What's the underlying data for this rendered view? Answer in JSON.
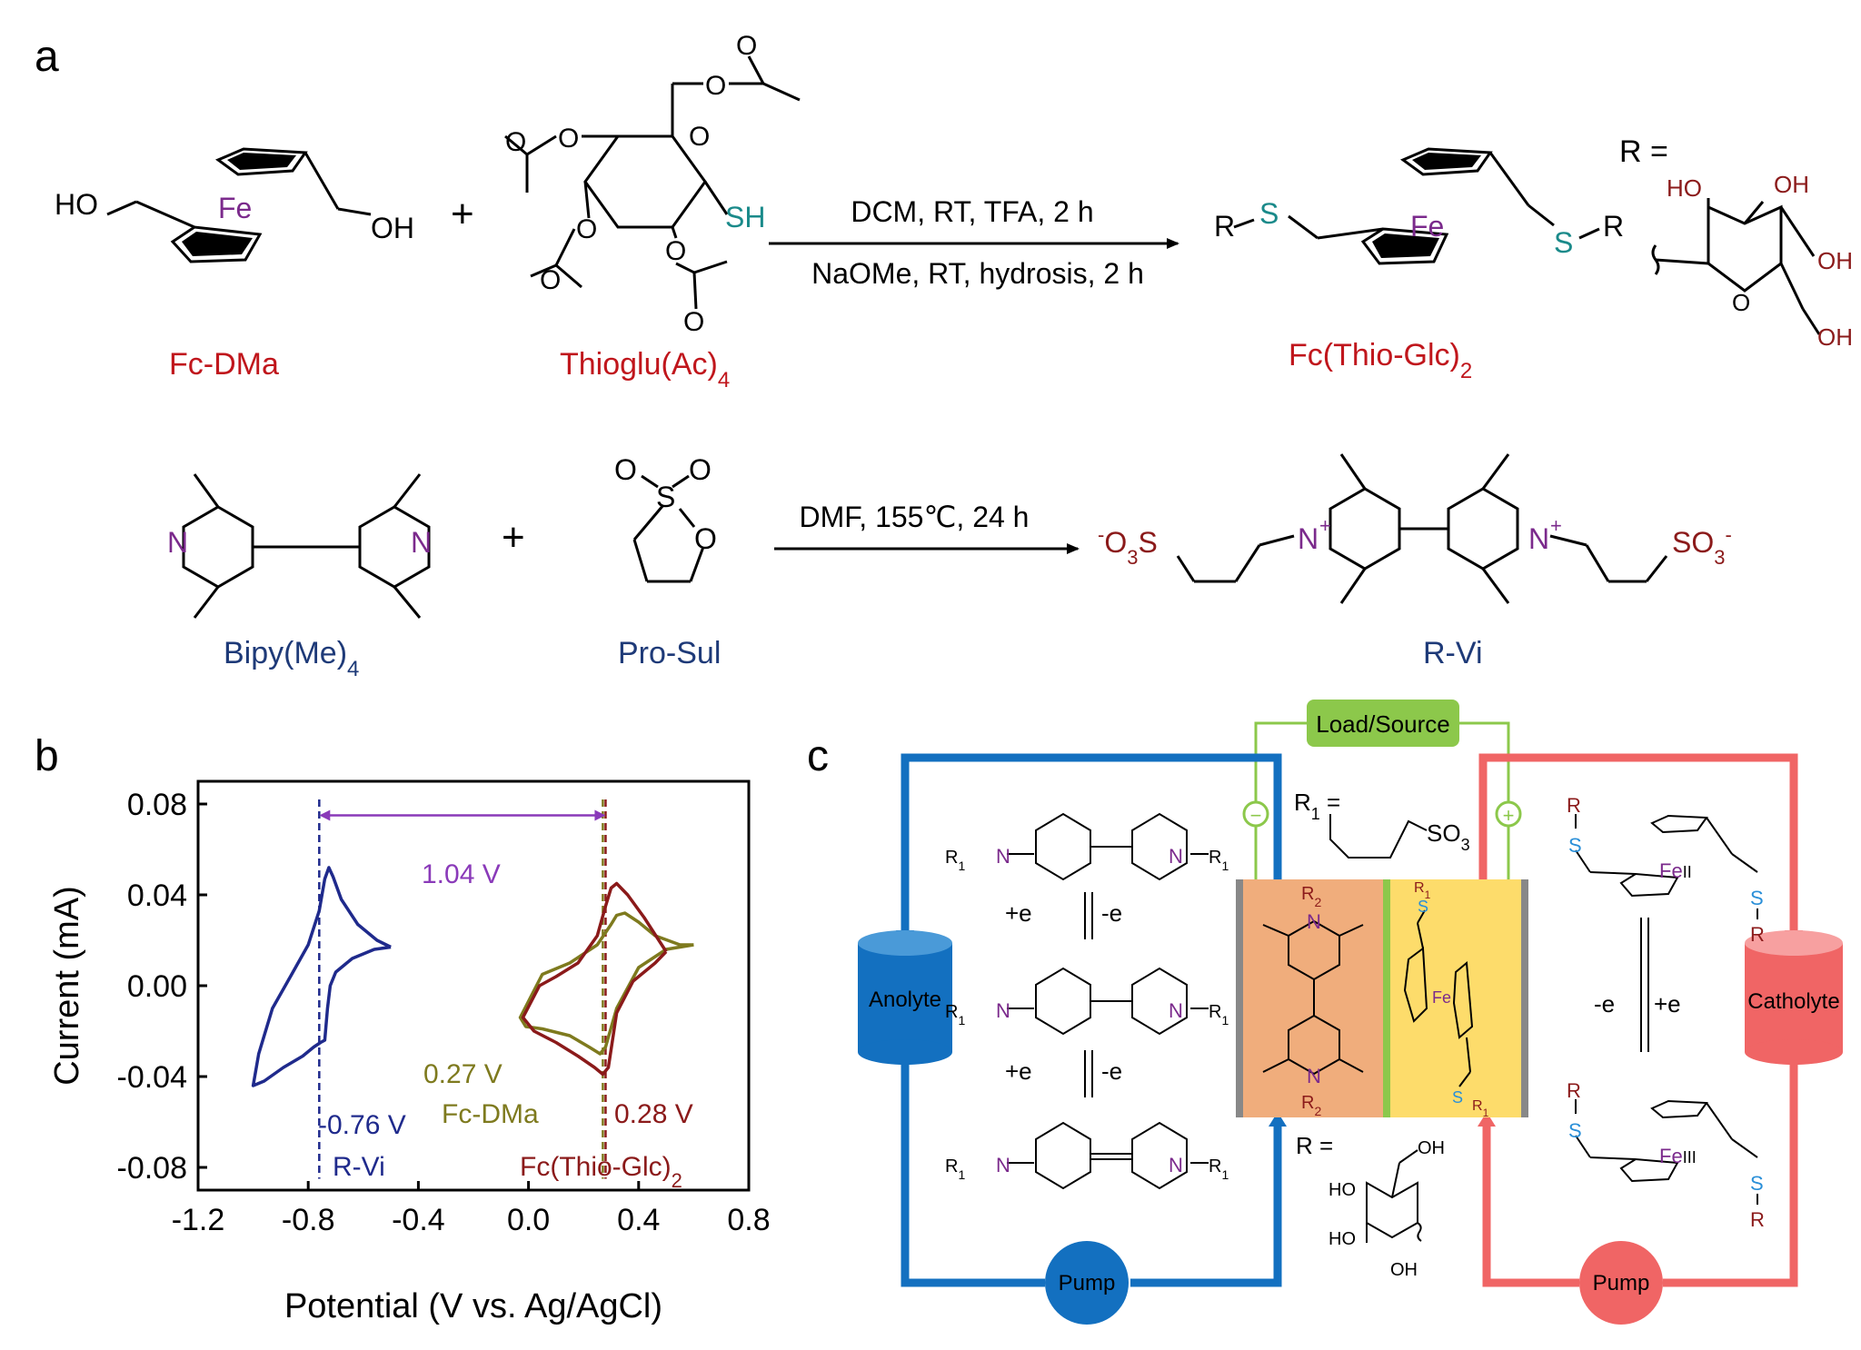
{
  "panels": {
    "a": {
      "label": "a",
      "reaction1": {
        "reactant1": {
          "name": "Fc-DMa",
          "ho": "HO",
          "oh": "OH",
          "fe": "Fe"
        },
        "plus": "+",
        "reactant2": {
          "name": "Thioglu(Ac)",
          "name_sub": "4",
          "sh": "SH",
          "o": "O"
        },
        "condition1": "DCM, RT, TFA, 2 h",
        "condition2": "NaOMe, RT, hydrosis, 2 h",
        "product": {
          "name": "Fc(Thio-Glc)",
          "name_sub": "2",
          "s": "S",
          "r": "R",
          "fe": "Fe"
        },
        "r_def": {
          "label": "R =",
          "ho": "HO",
          "oh": "OH",
          "o": "O"
        }
      },
      "reaction2": {
        "reactant1": {
          "name": "Bipy(Me)",
          "name_sub": "4",
          "n": "N"
        },
        "plus": "+",
        "reactant2": {
          "name": "Pro-Sul",
          "s": "S",
          "o": "O"
        },
        "condition": "DMF, 155℃, 24 h",
        "product": {
          "name": "R-Vi",
          "left_group": "O",
          "left_sub": "3",
          "s": "S",
          "right_group": "SO",
          "right_sub": "3",
          "n": "N",
          "plus": "+",
          "minus": "-"
        }
      }
    },
    "b": {
      "label": "b",
      "annotations": {
        "gap": "1.04 V",
        "rvi_potential": "-0.76 V",
        "rvi_label": "R-Vi",
        "fcdma_potential": "0.27 V",
        "fcdma_label": "Fc-DMa",
        "fcthio_potential": "0.28 V",
        "fcthio_label": "Fc(Thio-Glc)",
        "fcthio_sub": "2"
      }
    },
    "c": {
      "label": "c",
      "load": "Load/Source",
      "minus": "−",
      "plus": "+",
      "anolyte": "Anolyte",
      "catholyte": "Catholyte",
      "pump": "Pump",
      "r1_def": "R",
      "r1_sub": "1",
      "r1_eq": " =",
      "so3": "SO",
      "so3_sub": "3",
      "r_def": "R =",
      "step_add": "+e",
      "step_remove": "-e",
      "fe": "Fe",
      "fe2": "II",
      "fe3": "III",
      "n": "N",
      "s": "S",
      "r": "R",
      "r2": "R",
      "r2_sub": "2",
      "ho": "HO",
      "oh": "OH"
    }
  },
  "colors": {
    "red_label": "#c0161c",
    "navy_label": "#1e3a78",
    "purple": "#7b2a8c",
    "teal": "#1a8a8a",
    "anolyte_blue": "#1370c0",
    "catholyte_red": "#f06565",
    "green": "#8cc84b",
    "dark_red": "#8b1a1a",
    "olive": "#7e7a1e",
    "navy_curve": "#1f2a8c",
    "gap_purple": "#8a3ab9",
    "membrane_orange": "#f0ad7c",
    "membrane_yellow": "#fddc6b",
    "s_blue": "#2a8fd8"
  },
  "chart_data": {
    "type": "line",
    "title": "",
    "xlabel": "Potential (V vs. Ag/AgCl)",
    "ylabel": "Current (mA)",
    "xlim": [
      -1.2,
      0.8
    ],
    "ylim": [
      -0.09,
      0.09
    ],
    "xticks": [
      -1.2,
      -0.8,
      -0.4,
      0.0,
      0.4,
      0.8
    ],
    "xtick_labels": [
      "-1.2",
      "-0.8",
      "-0.4",
      "0.0",
      "0.4",
      "0.8"
    ],
    "yticks": [
      -0.08,
      -0.04,
      0.0,
      0.04,
      0.08
    ],
    "ytick_labels": [
      "-0.08",
      "-0.04",
      "0.00",
      "0.04",
      "0.08"
    ],
    "grid": false,
    "series": [
      {
        "name": "R-Vi",
        "color": "#1f2a8c",
        "x": [
          -0.5,
          -0.55,
          -0.62,
          -0.68,
          -0.71,
          -0.725,
          -0.74,
          -0.76,
          -0.8,
          -0.86,
          -0.93,
          -0.98,
          -1.0,
          -0.96,
          -0.89,
          -0.82,
          -0.78,
          -0.755,
          -0.74,
          -0.73,
          -0.72,
          -0.7,
          -0.64,
          -0.56,
          -0.5
        ],
        "y": [
          0.017,
          0.02,
          0.027,
          0.038,
          0.048,
          0.052,
          0.047,
          0.033,
          0.018,
          0.005,
          -0.01,
          -0.03,
          -0.044,
          -0.042,
          -0.036,
          -0.031,
          -0.027,
          -0.025,
          -0.024,
          -0.01,
          0.0,
          0.006,
          0.012,
          0.016,
          0.017
        ]
      },
      {
        "name": "Fc-DMa",
        "color": "#7e7a1e",
        "x": [
          0.6,
          0.55,
          0.46,
          0.4,
          0.35,
          0.32,
          0.3,
          0.25,
          0.15,
          0.05,
          -0.03,
          -0.01,
          0.05,
          0.15,
          0.22,
          0.26,
          0.28,
          0.32,
          0.4,
          0.5,
          0.6
        ],
        "y": [
          0.018,
          0.018,
          0.022,
          0.028,
          0.032,
          0.031,
          0.027,
          0.018,
          0.01,
          0.005,
          -0.014,
          -0.018,
          -0.019,
          -0.022,
          -0.027,
          -0.03,
          -0.027,
          -0.01,
          0.008,
          0.016,
          0.018
        ]
      },
      {
        "name": "Fc(Thio-Glc)2",
        "color": "#8b1a1a",
        "x": [
          0.5,
          0.42,
          0.36,
          0.32,
          0.3,
          0.28,
          0.25,
          0.18,
          0.1,
          0.04,
          -0.02,
          0.02,
          0.1,
          0.18,
          0.24,
          0.27,
          0.29,
          0.32,
          0.38,
          0.46,
          0.5
        ],
        "y": [
          0.015,
          0.03,
          0.04,
          0.045,
          0.043,
          0.035,
          0.022,
          0.01,
          0.004,
          0.0,
          -0.014,
          -0.02,
          -0.025,
          -0.031,
          -0.036,
          -0.039,
          -0.036,
          -0.012,
          0.002,
          0.01,
          0.015
        ]
      }
    ],
    "reference_lines": [
      {
        "x": -0.76,
        "color": "#1f2a8c"
      },
      {
        "x": 0.27,
        "color": "#7e7a1e"
      },
      {
        "x": 0.28,
        "color": "#8b1a1a"
      }
    ],
    "gap_arrow": {
      "x1": -0.76,
      "x2": 0.28,
      "y": 0.075
    }
  }
}
